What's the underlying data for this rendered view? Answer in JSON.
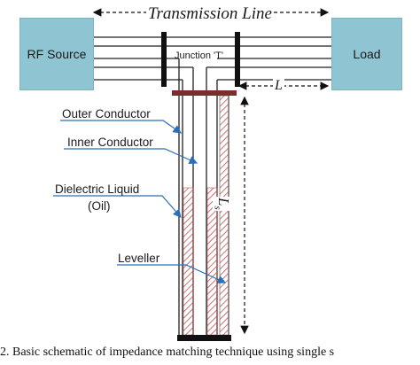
{
  "diagram": {
    "title": "Transmission Line",
    "rf_source": "RF Source",
    "load": "Load",
    "junction": "Junction 'T'",
    "length_l": "L",
    "length_ls": "L",
    "length_ls_sub": "s",
    "callouts": {
      "outer_conductor": "Outer Conductor",
      "inner_conductor": "Inner Conductor",
      "dielectric_line1": "Dielectric Liquid",
      "dielectric_line2": "(Oil)",
      "leveller": "Leveller"
    },
    "caption": "2.   Basic schematic of impedance matching technique using single s",
    "colors": {
      "box_fill": "#8fc5d3",
      "arrow": "#2a6fb8",
      "hatch": "#c0504d",
      "flange": "#7b2c2c"
    }
  }
}
